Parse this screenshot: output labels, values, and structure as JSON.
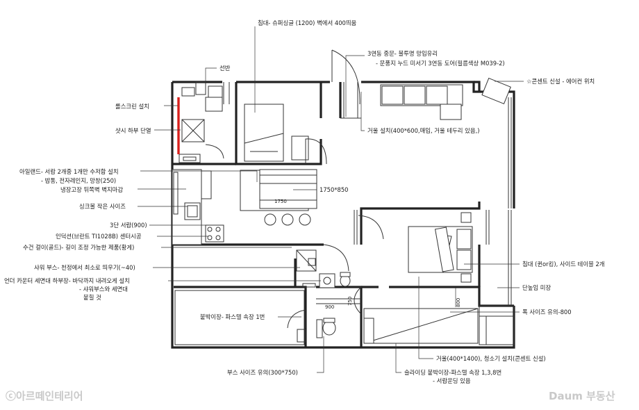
{
  "annotations": {
    "bed_wall": "침대- 슈퍼싱글 (1200) 벽에서 400띄움",
    "door_top1": "3연동 중문- 불투명 망입유리",
    "door_top2": "- 문풍지 누드 미서기 3연동 도어(필름색상 M039-2)",
    "shelf": "선반",
    "rollscreen": "롤스크린 설치",
    "sash": "샷시 하부 단열",
    "outlet": "☆콘센트 신설 - 에어컨 위치",
    "mirror_top": "거울 설치(400*600,매입, 거울 테두리 있음,)",
    "island1": "아일랜드- 서랍 2개중 1개만 수저함 설치",
    "island2": "- 밥통, 전자레인지, 망창(250)",
    "island_size": "1750*850",
    "fridge": "냉장고장 뒤쪽벽 벽지마감",
    "sink": "싱크볼 작은 사이즈",
    "drawer3": "3단 서랍(900)",
    "induction": "인덕션(브란트 TI1028B) 센터시공",
    "towel": "수건 걸이(골드)- 길이 조정 가능한 제품(황게)",
    "shower": "샤워 부스- 천정에서 최소로 띄우기(~40)",
    "undercounter1": "언더 카운터 세면대 하부장- 바닥까지 내려오게 설치",
    "undercounter2": "- 샤워부스와 세면대",
    "undercounter3": "붙힐 것",
    "builtin1": "붙박이장- 파스텔 속장 1번",
    "bed_right": "침대 (퀸or킹), 사이드 테이블 2개",
    "partition": "단높임 미장",
    "width_note": "폭 사이즈 유의-800",
    "mirror_bottom": "거울(400*1400), 청소기 설치(콘센트 신설)",
    "booth": "부스 사이즈 유의(300*750)",
    "sliding1": "슬라이딩 붙박이장-파스텔 속장 1,3,8번",
    "sliding2": "- 서랍운딩 있음"
  },
  "dimensions": {
    "island_1750": "1750",
    "bath_900": "900",
    "bath_750": "750",
    "closet_800": "800"
  },
  "watermarks": {
    "left": "ⓒ아르떼인테리어",
    "right": "Daum 부동산"
  },
  "colors": {
    "rollscreen_marker": "#d9201c",
    "watermark": "#c9c9c9"
  }
}
